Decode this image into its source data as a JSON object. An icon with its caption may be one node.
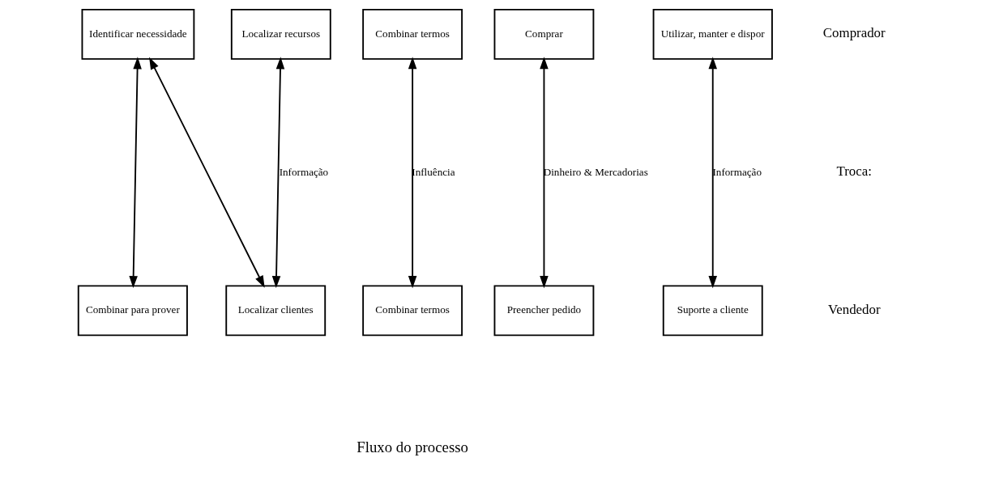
{
  "diagram": {
    "nodes": [
      {
        "text": [
          "Identificar necessidade"
        ]
      },
      {
        "text": [
          "Localizar recursos"
        ]
      },
      {
        "text": [
          "Combinar termos"
        ]
      },
      {
        "text": [
          "Comprar"
        ]
      },
      {
        "text": [
          "Utilizar, manter e dispor"
        ]
      },
      {
        "text": [
          "Combinar para prover"
        ]
      },
      {
        "text": [
          "Localizar clientes"
        ]
      },
      {
        "text": [
          "Combinar termos"
        ]
      },
      {
        "text": [
          "Preencher pedido"
        ]
      },
      {
        "text": [
          "Suporte a cliente"
        ]
      }
    ],
    "edges": [
      {
        "from": 0,
        "to": 5,
        "arrow": "both"
      },
      {
        "from": 0,
        "to": 6,
        "arrow": "both"
      },
      {
        "from": 1,
        "to": 6,
        "arrow": "both",
        "label": "Informação"
      },
      {
        "from": 2,
        "to": 7,
        "arrow": "both",
        "label": "Influência"
      },
      {
        "from": 3,
        "to": 8,
        "arrow": "both",
        "label": "Dinheiro & Mercadorias"
      },
      {
        "from": 4,
        "to": 9,
        "arrow": "both",
        "label": "Informação"
      }
    ],
    "labels": [
      "Comprador",
      "Troca:",
      "Vendedor",
      "Fluxo do processo"
    ]
  }
}
